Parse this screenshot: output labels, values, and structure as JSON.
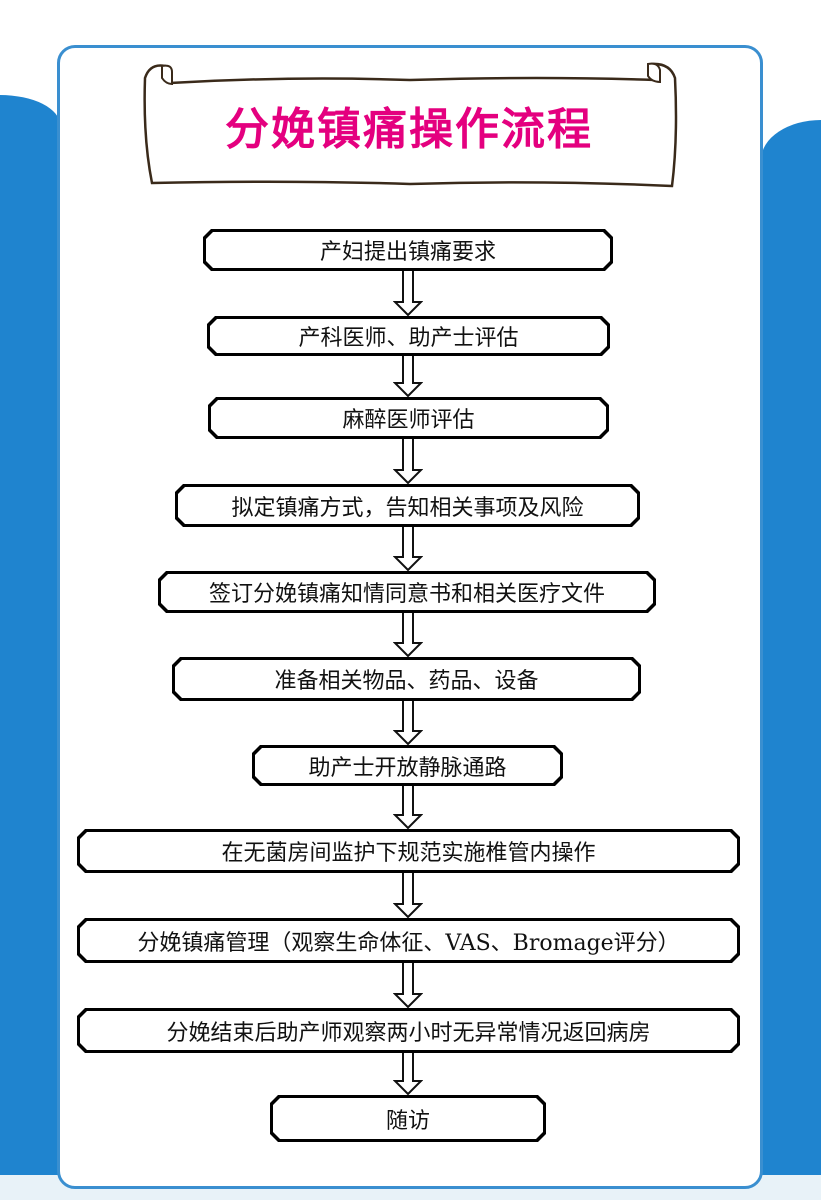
{
  "title": "分娩镇痛操作流程",
  "steps": [
    "产妇提出镇痛要求",
    "产科医师、助产士评估",
    "麻醉医师评估",
    "拟定镇痛方式，告知相关事项及风险",
    "签订分娩镇痛知情同意书和相关医疗文件",
    "准备相关物品、药品、设备",
    "助产士开放静脉通路",
    "在无菌房间监护下规范实施椎管内操作",
    "分娩镇痛管理（观察生命体征、VAS、Bromage评分）",
    "分娩结束后助产师观察两小时无异常情况返回病房",
    "随访"
  ],
  "colors": {
    "title": "#e4007f",
    "accent": "#3a8fd0",
    "background": "#1f84cf"
  }
}
